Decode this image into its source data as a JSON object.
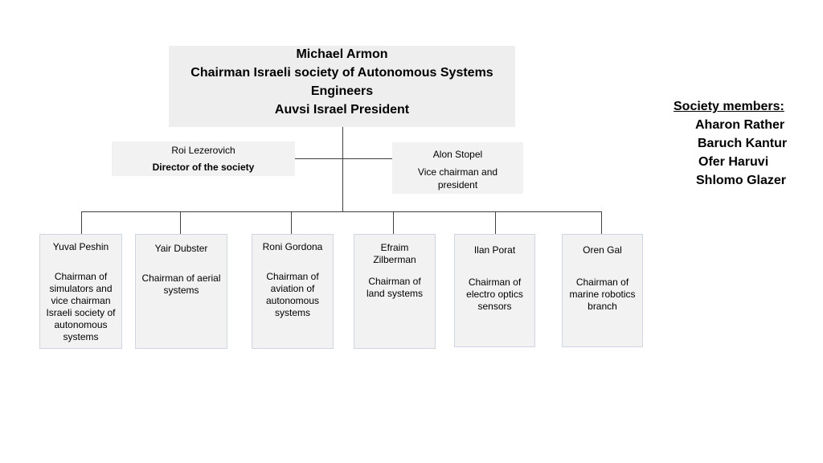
{
  "top": {
    "line1": "Michael Armon",
    "line2": "Chairman Israeli society of Autonomous Systems",
    "line3": "Engineers",
    "line4": "Auvsi Israel President"
  },
  "director": {
    "name": "Roi Lezerovich",
    "role": "Director of the society"
  },
  "vice": {
    "name": "Alon Stopel",
    "role": "Vice chairman and president"
  },
  "chairs": [
    {
      "name": "Yuval Peshin",
      "role": "Chairman of simulators and vice chairman Israeli society of autonomous systems"
    },
    {
      "name": "Yair Dubster",
      "role": "Chairman of aerial systems"
    },
    {
      "name": "Roni Gordona",
      "role": "Chairman of aviation of autonomous systems"
    },
    {
      "name": "Efraim Zilberman",
      "role": "Chairman of land systems"
    },
    {
      "name": "Ilan Porat",
      "role": "Chairman of electro optics sensors"
    },
    {
      "name": "Oren Gal",
      "role": "Chairman of marine robotics branch"
    }
  ],
  "members": {
    "heading": "Society members:",
    "list": [
      "Aharon Rather",
      "Baruch Kantur",
      "Ofer Haruvi",
      "Shlomo Glazer"
    ]
  },
  "colors": {
    "box_fill": "#f2f2f2",
    "card_border": "#d0d6e0",
    "connector": "#404040"
  }
}
